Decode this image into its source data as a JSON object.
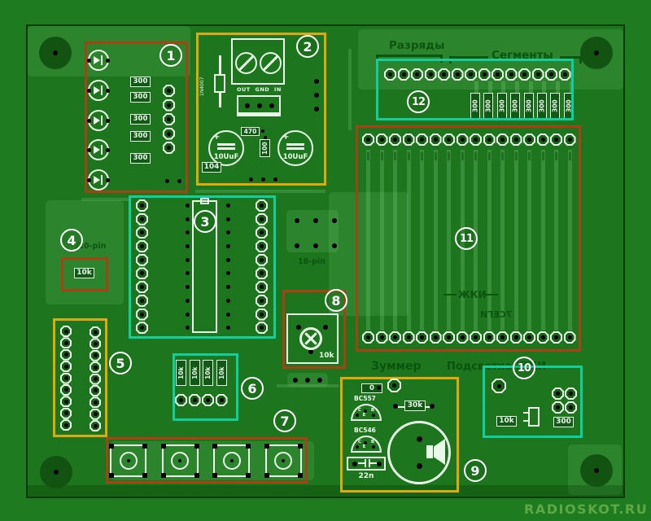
{
  "title_watermark": "RADIOSKOT.RU",
  "colors": {
    "background": "#1f7b1f",
    "board": "#1d761d",
    "silkscreen": "#e9f8e9",
    "dark_silkscreen": "#0a520e",
    "frame_red": "#a84113",
    "frame_orange": "#dfa90a",
    "frame_teal": "#10cf9f"
  },
  "silkscreen": {
    "razryady": "Разряды",
    "segmenty": "Сегменты",
    "zummer": "Зуммер",
    "podsvetka_zhki": "Подсветка ЖКИ",
    "zhki": "ЖКИ",
    "zhki_mirrored": "7СЕГИ",
    "pin20": "/20-pin",
    "pin18": "18-pin",
    "out_gnd_in": "OUT GND IN",
    "plus": "+"
  },
  "regions": {
    "r1": {
      "num": "1",
      "resistor_values": [
        "300",
        "300",
        "300",
        "300",
        "300"
      ]
    },
    "r2": {
      "num": "2",
      "diode": "1N4007",
      "cap_left": "10UuF",
      "cap_right": "10UuF",
      "res_470": "470",
      "res_100": "100",
      "cap_104": "104"
    },
    "r3": {
      "num": "3"
    },
    "r4": {
      "num": "4",
      "res": "10k"
    },
    "r5": {
      "num": "5"
    },
    "r6": {
      "num": "6",
      "resistor_values": [
        "10k",
        "10k",
        "10k",
        "10k"
      ]
    },
    "r7": {
      "num": "7"
    },
    "r8": {
      "num": "8",
      "pot": "10k"
    },
    "r9": {
      "num": "9",
      "res_zero": "0",
      "transistor_top": "BC557",
      "transistor_bottom": "BC546",
      "transistor_pins": "C B E",
      "res_30k": "30k",
      "cap_22n": "22n"
    },
    "r10": {
      "num": "10",
      "res_10k": "10k",
      "res_300": "300"
    },
    "r11": {
      "num": "11"
    },
    "r12": {
      "num": "12",
      "resistor_values": [
        "300",
        "300",
        "300",
        "300",
        "300",
        "300",
        "300",
        "300"
      ]
    }
  }
}
